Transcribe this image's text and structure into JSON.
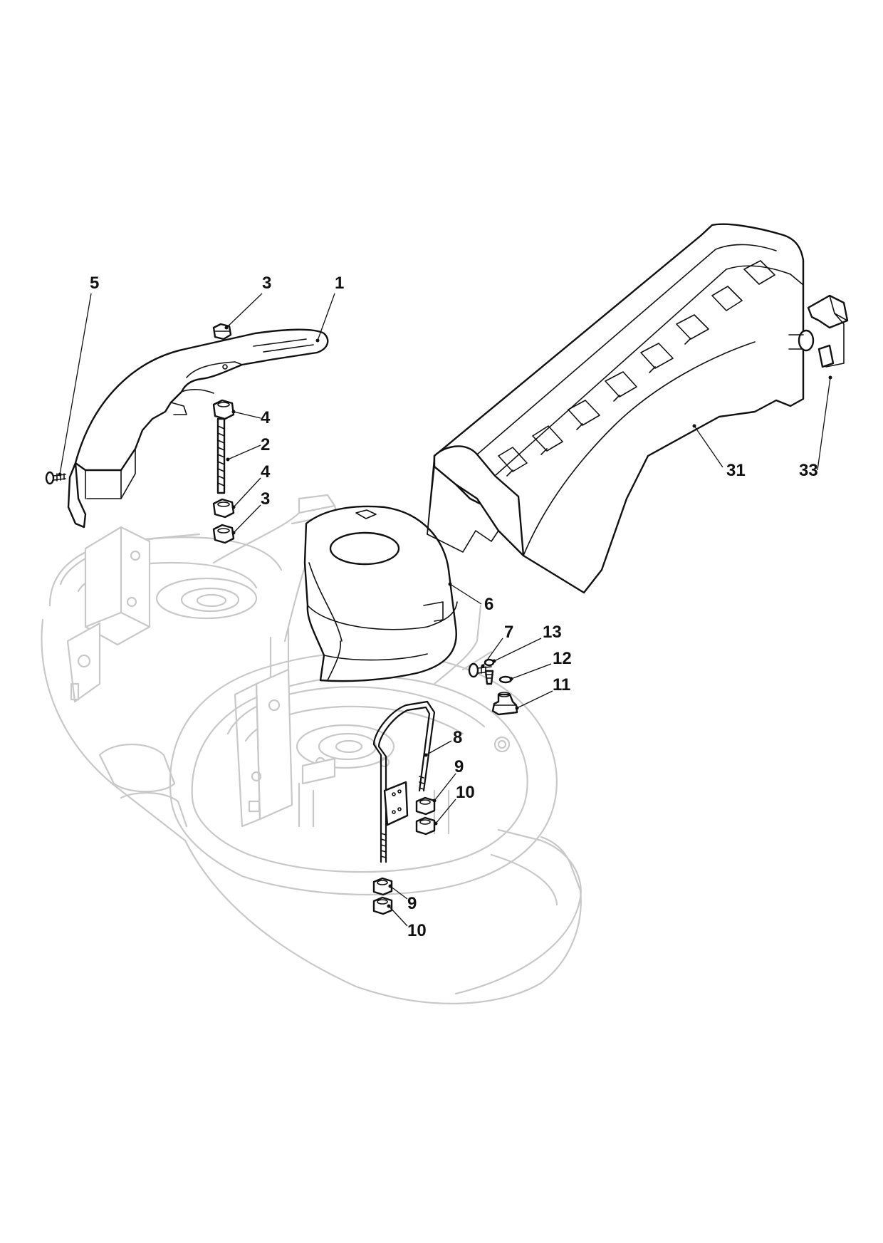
{
  "callouts": [
    {
      "id": "c5",
      "text": "5"
    },
    {
      "id": "c3a",
      "text": "3"
    },
    {
      "id": "c1",
      "text": "1"
    },
    {
      "id": "c4a",
      "text": "4"
    },
    {
      "id": "c2",
      "text": "2"
    },
    {
      "id": "c4b",
      "text": "4"
    },
    {
      "id": "c3b",
      "text": "3"
    },
    {
      "id": "c31",
      "text": "31"
    },
    {
      "id": "c33",
      "text": "33"
    },
    {
      "id": "c6",
      "text": "6"
    },
    {
      "id": "c7",
      "text": "7"
    },
    {
      "id": "c13",
      "text": "13"
    },
    {
      "id": "c12",
      "text": "12"
    },
    {
      "id": "c11",
      "text": "11"
    },
    {
      "id": "c8",
      "text": "8"
    },
    {
      "id": "c9a",
      "text": "9"
    },
    {
      "id": "c10a",
      "text": "10"
    },
    {
      "id": "c9b",
      "text": "9"
    },
    {
      "id": "c10b",
      "text": "10"
    }
  ]
}
